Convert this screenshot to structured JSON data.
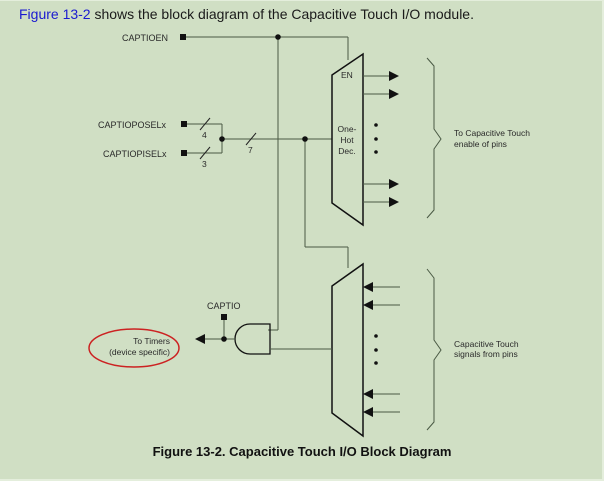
{
  "intro": {
    "link_text": "Figure 13-2",
    "rest_text": " shows the block diagram of the Capacitive Touch I/O module."
  },
  "diagram": {
    "signals": {
      "captioen": "CAPTIOEN",
      "captioposel": "CAPTIOPOSELx",
      "captiopisel": "CAPTIOPISELx",
      "captio": "CAPTIO"
    },
    "bus_widths": {
      "posel": "4",
      "pisel": "3",
      "combined": "7"
    },
    "decoder": {
      "en_label": "EN",
      "name_line1": "One-",
      "name_line2": "Hot",
      "name_line3": "Dec."
    },
    "annotations": {
      "enable_line1": "To Capacitive Touch",
      "enable_line2": "enable of pins",
      "signals_line1": "Capacitive Touch",
      "signals_line2": "signals from pins",
      "timers_line1": "To Timers",
      "timers_line2": "(device specific)"
    },
    "highlight_color": "#cc2222"
  },
  "caption": "Figure 13-2. Capacitive Touch I/O Block Diagram"
}
